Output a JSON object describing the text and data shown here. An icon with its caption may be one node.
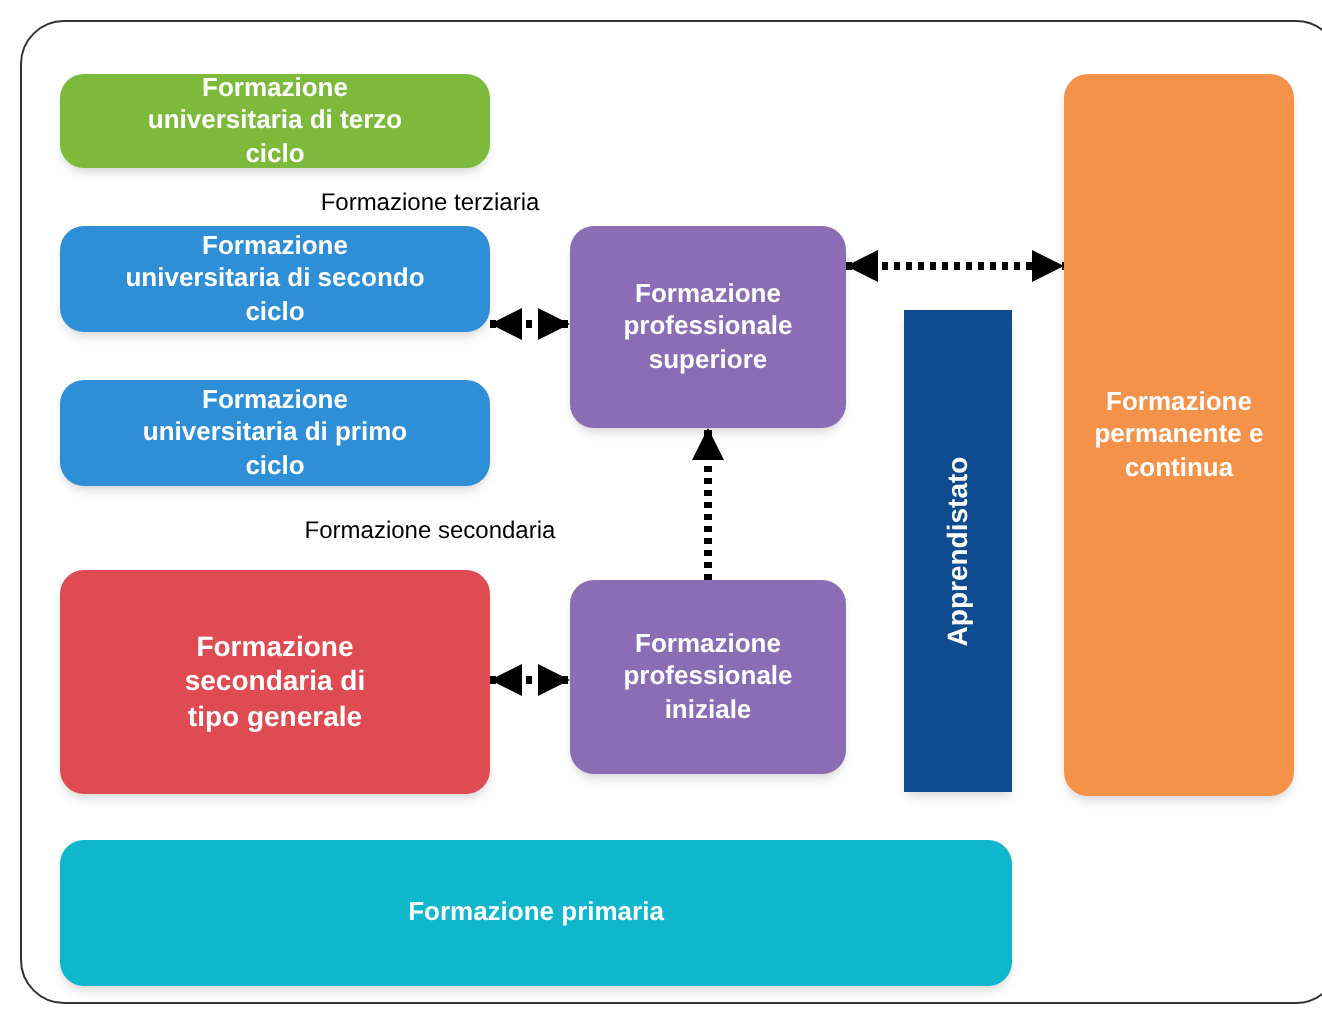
{
  "diagram": {
    "nodes": [
      {
        "text": [
          "Formazione universitaria di terzo ciclo"
        ]
      },
      {
        "text": [
          "Formazione universitaria di secondo ciclo"
        ]
      },
      {
        "text": [
          "Formazione universitaria di primo ciclo"
        ]
      },
      {
        "text": [
          "Formazione professionale superiore"
        ]
      },
      {
        "text": [
          "Apprendistato"
        ]
      },
      {
        "text": [
          "Formazione permanente e continua"
        ]
      },
      {
        "text": [
          "Formazione secondaria di tipo generale"
        ]
      },
      {
        "text": [
          "Formazione professionale iniziale"
        ]
      },
      {
        "text": [
          "Formazione primaria"
        ]
      }
    ],
    "edges": [
      {
        "from": 1,
        "to": 3,
        "arrow": "both"
      },
      {
        "from": 3,
        "to": 5,
        "arrow": "both"
      },
      {
        "from": 7,
        "to": 3,
        "arrow": "to"
      },
      {
        "from": 6,
        "to": 7,
        "arrow": "both"
      }
    ],
    "labels": [
      "Formazione terziaria",
      "Formazione secondaria"
    ]
  }
}
